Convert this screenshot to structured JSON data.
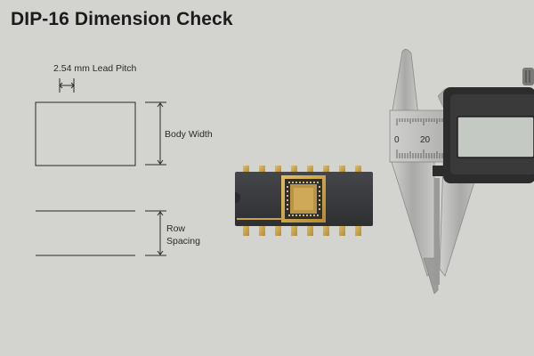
{
  "title": "DIP-16 Dimension Check",
  "labels": {
    "lead_pitch": "2.54 mm Lead Pitch",
    "body_width": "Body Width",
    "row_spacing_line1": "Row",
    "row_spacing_line2": "Spacing"
  },
  "caliper": {
    "scale_labels": [
      "0",
      "20"
    ]
  },
  "colors": {
    "background": "#d3d3d0",
    "chip_body": "#3b3b3d",
    "gold": "#c9a24a",
    "caliper_steel": "#b9b9b7",
    "caliper_dark": "#2c2c2c",
    "lcd": "#c4c9c3"
  }
}
